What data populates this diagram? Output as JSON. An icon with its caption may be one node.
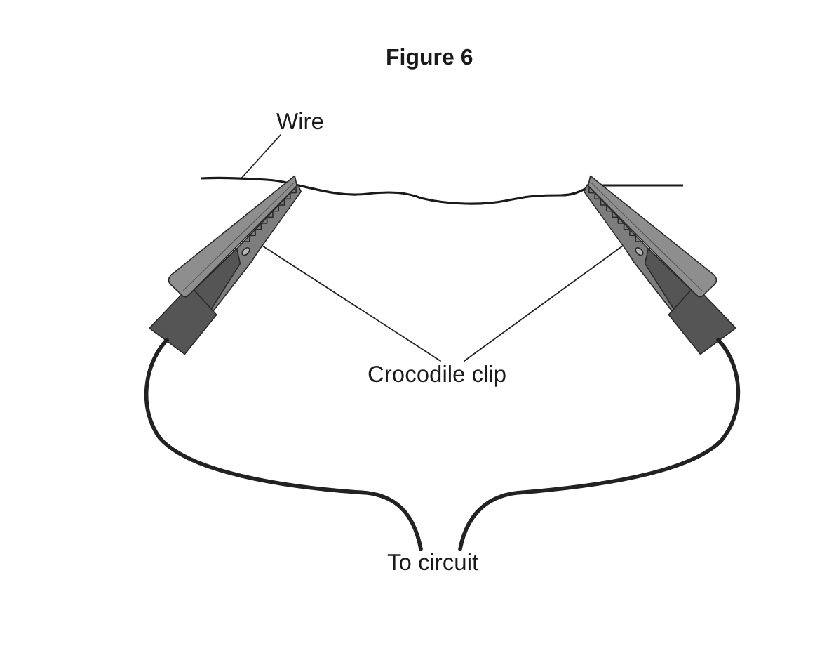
{
  "diagram": {
    "title": "Figure 6",
    "nodes": [
      {
        "text": [
          "Wire"
        ]
      },
      {
        "text": [],
        "shape": "picture"
      },
      {
        "text": [],
        "shape": "picture"
      },
      {
        "text": [],
        "shape": "picture"
      },
      {
        "text": [
          "Crocodile clip"
        ]
      },
      {
        "text": [
          "To circuit"
        ]
      }
    ],
    "edges": [
      {
        "from": 0,
        "to": 1,
        "arrow": "none"
      },
      {
        "from": 4,
        "to": 2,
        "arrow": "none"
      },
      {
        "from": 4,
        "to": 3,
        "arrow": "none"
      },
      {
        "from": 2,
        "to": 5,
        "arrow": "none",
        "style": "thick"
      },
      {
        "from": 3,
        "to": 5,
        "arrow": "none",
        "style": "thick"
      }
    ]
  }
}
